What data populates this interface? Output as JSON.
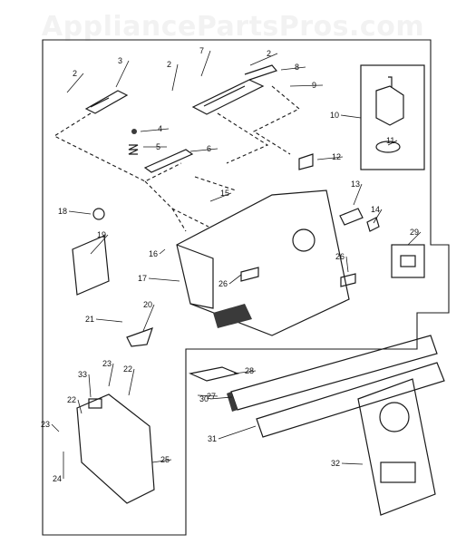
{
  "watermark": "AppliancePartsPros.com",
  "callouts": [
    "2",
    "3",
    "2",
    "7",
    "2",
    "8",
    "9",
    "4",
    "5",
    "6",
    "10",
    "11",
    "12",
    "13",
    "15",
    "14",
    "18",
    "19",
    "16",
    "17",
    "29",
    "20",
    "26",
    "26",
    "21",
    "28",
    "27",
    "33",
    "23",
    "22",
    "22",
    "23",
    "25",
    "24",
    "30",
    "31",
    "32"
  ],
  "colors": {
    "line": "#1a1a1a",
    "watermark": "#f2f2f2",
    "fill_dark": "#3a3a3a"
  }
}
